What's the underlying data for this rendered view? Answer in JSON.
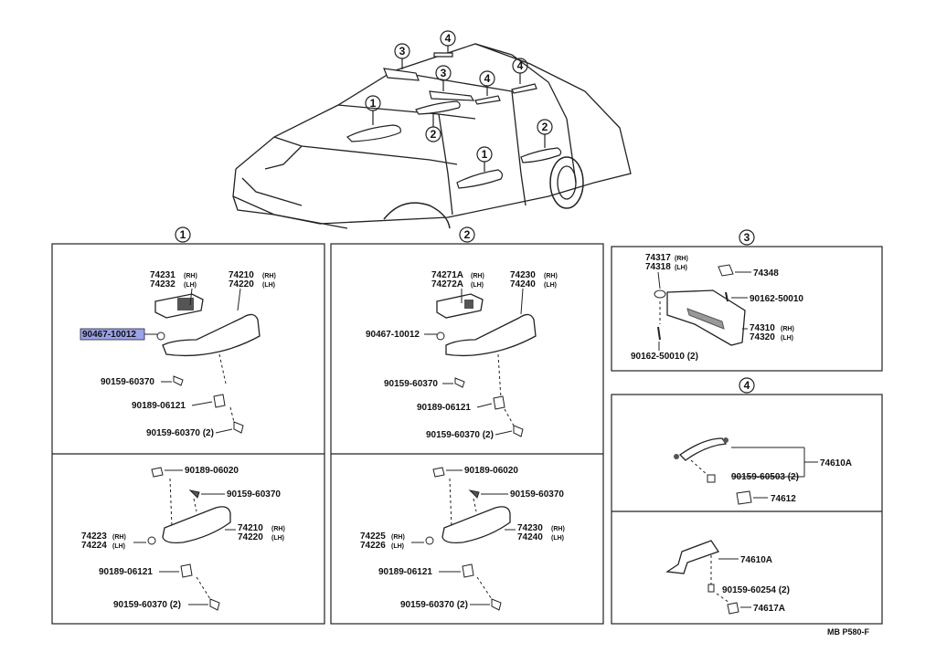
{
  "callouts": {
    "one": "1",
    "two": "2",
    "three": "3",
    "four": "4"
  },
  "panel1": {
    "p74231": "74231",
    "p74232": "74232",
    "p74210": "74210",
    "p74220": "74220",
    "rh": "(RH)",
    "lh": "(LH)",
    "p90467": "90467-10012",
    "p90159a": "90159-60370",
    "p90189": "90189-06121",
    "p90159b": "90159-60370 (2)",
    "b90189": "90189-06020",
    "b90159": "90159-60370",
    "b74223": "74223",
    "b74224": "74224",
    "b74210": "74210",
    "b74220": "74220",
    "b90189b": "90189-06121",
    "b90159b": "90159-60370 (2)"
  },
  "panel2": {
    "p74271A": "74271A",
    "p74272A": "74272A",
    "p74230": "74230",
    "p74240": "74240",
    "p90467": "90467-10012",
    "p90159a": "90159-60370",
    "p90189": "90189-06121",
    "p90159b": "90159-60370 (2)",
    "b90189": "90189-06020",
    "b90159": "90159-60370",
    "b74225": "74225",
    "b74226": "74226",
    "b74230": "74230",
    "b74240": "74240",
    "b90189b": "90189-06121",
    "b90159b": "90159-60370 (2)"
  },
  "panel3": {
    "p74317": "74317",
    "p74318": "74318",
    "p74348": "74348",
    "p90162a": "90162-50010",
    "p74310": "74310",
    "p74320": "74320",
    "p90162b": "90162-50010 (2)"
  },
  "panel4": {
    "p74610A": "74610A",
    "p90159": "90159-60503 (2)",
    "p74612": "74612",
    "b74610A": "74610A",
    "b90159": "90159-60254 (2)",
    "b74617A": "74617A"
  },
  "figure_code": "MB P580-F",
  "highlight_color": "#9aa3e8"
}
